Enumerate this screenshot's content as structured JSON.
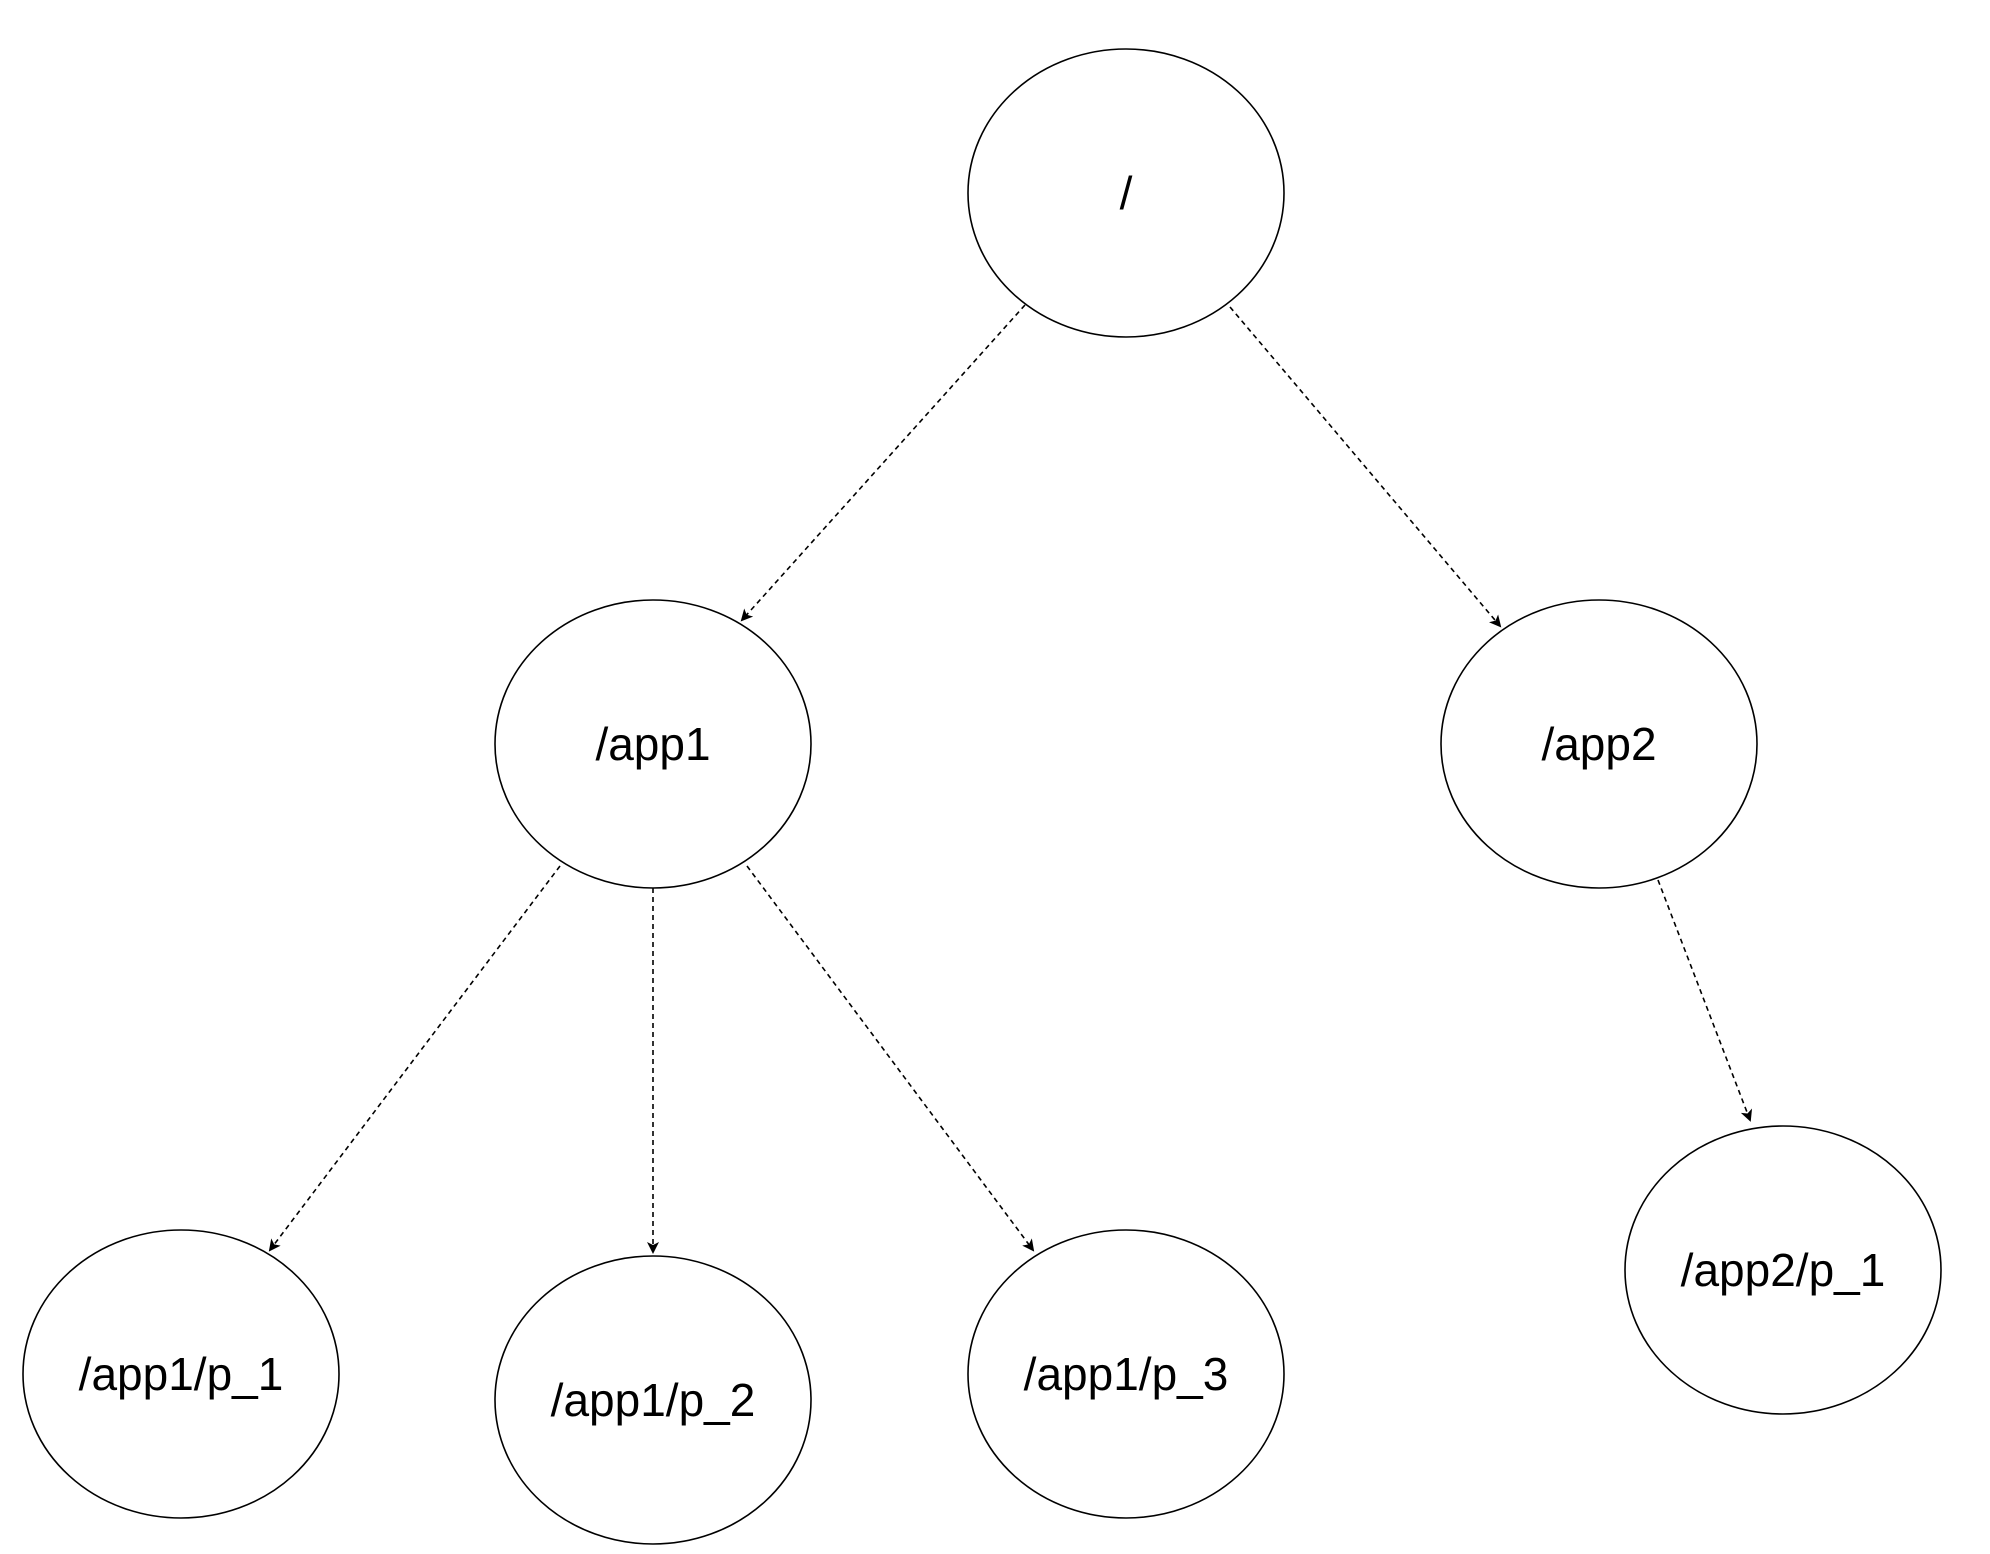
{
  "diagram": {
    "nodes": [
      {
        "id": "root",
        "label": "/"
      },
      {
        "id": "app1",
        "label": "/app1"
      },
      {
        "id": "app2",
        "label": "/app2"
      },
      {
        "id": "app1_p1",
        "label": "/app1/p_1"
      },
      {
        "id": "app1_p2",
        "label": "/app1/p_2"
      },
      {
        "id": "app1_p3",
        "label": "/app1/p_3"
      },
      {
        "id": "app2_p1",
        "label": "/app2/p_1"
      }
    ],
    "edges": [
      {
        "from": "root",
        "to": "app1",
        "style": "dashed"
      },
      {
        "from": "root",
        "to": "app2",
        "style": "dashed"
      },
      {
        "from": "app1",
        "to": "app1_p1",
        "style": "dashed"
      },
      {
        "from": "app1",
        "to": "app1_p2",
        "style": "dashed"
      },
      {
        "from": "app1",
        "to": "app1_p3",
        "style": "dashed"
      },
      {
        "from": "app2",
        "to": "app2_p1",
        "style": "dashed"
      }
    ],
    "colors": {
      "stroke": "#000000",
      "fill": "#ffffff",
      "text": "#000000"
    }
  }
}
